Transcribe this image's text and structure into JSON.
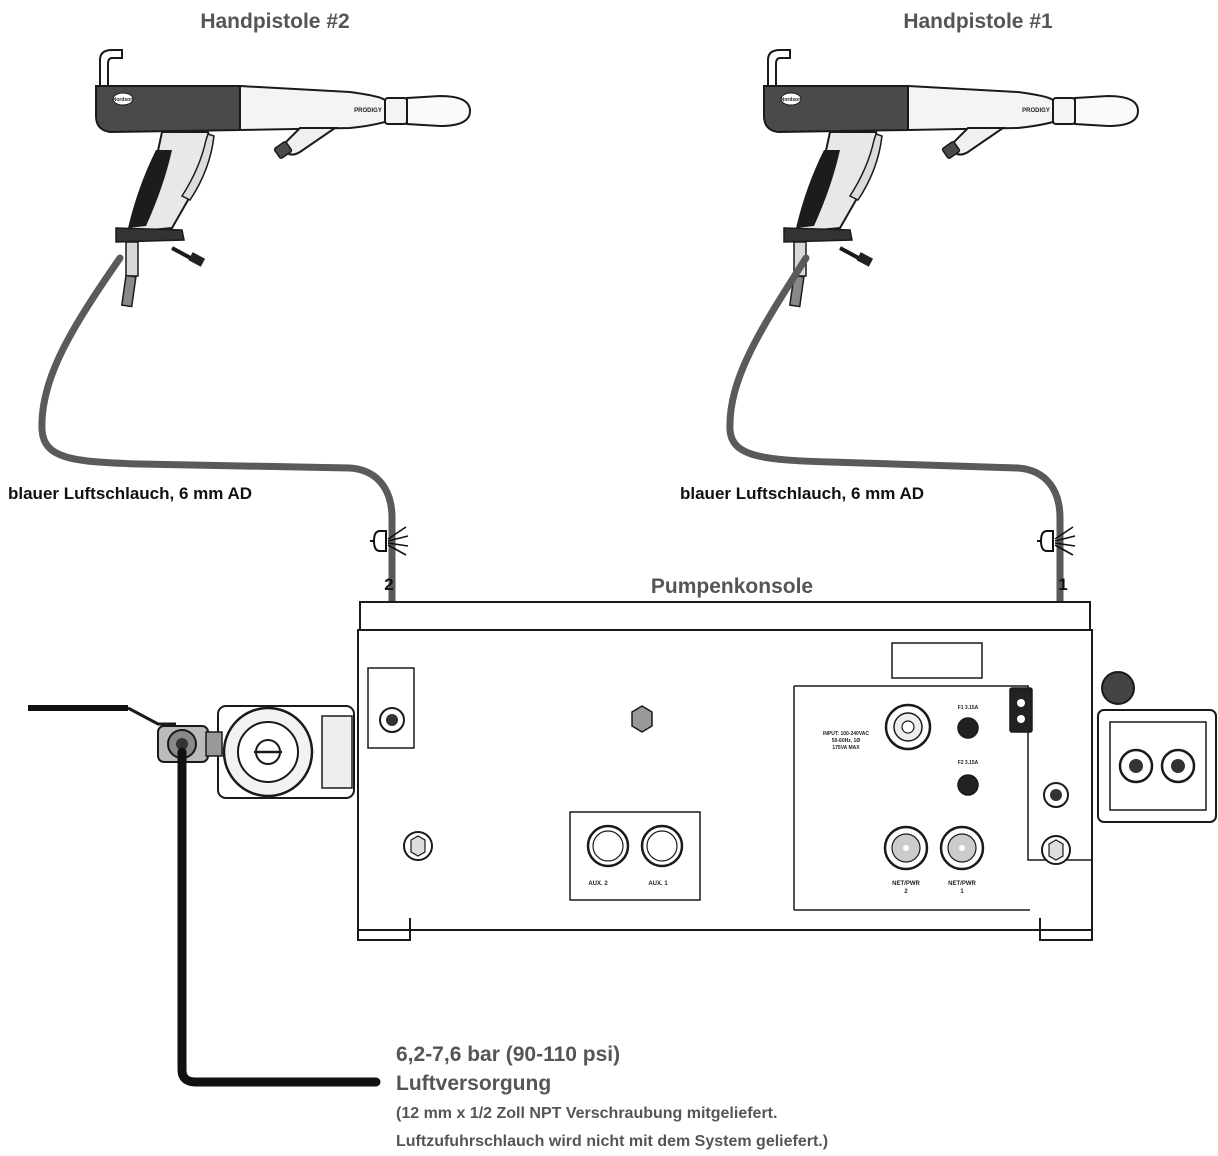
{
  "labels": {
    "gun2_title": "Handpistole #2",
    "gun1_title": "Handpistole #1",
    "hose_left": "blauer Luftschlauch, 6 mm AD",
    "hose_right": "blauer Luftschlauch, 6 mm AD",
    "port2": "2",
    "port1": "1",
    "console": "Pumpenkonsole",
    "pressure": "6,2-7,6 bar (90-110 psi)",
    "supply": "Luftversorgung",
    "note1": "(12 mm x 1/2 Zoll NPT Verschraubung mitgeliefert.",
    "note2": "Luftzufuhrschlauch wird nicht mit dem System geliefert.)"
  },
  "gun_brand": {
    "badge": "Nordson",
    "model": "PRODIGY"
  },
  "panel": {
    "input_text_1": "INPUT: 100-240VAC",
    "input_text_2": "50-60Hz, 1Ø",
    "input_text_3": "175VA MAX",
    "fuse1": "F1 3.15A",
    "fuse2": "F2 3.15A",
    "aux2": "AUX. 2",
    "aux1": "AUX. 1",
    "netpwr2_a": "NET/PWR",
    "netpwr2_b": "2",
    "netpwr1_a": "NET/PWR",
    "netpwr1_b": "1"
  },
  "icons": {
    "air_symbol": "air-spray-icon",
    "hex_plug": "hex-plug-icon",
    "ground": "ground-icon"
  },
  "colors": {
    "hose_gray": "#5a5a5a",
    "supply_hose": "#111111",
    "label_gray": "#555555",
    "line": "#1a1a1a"
  }
}
